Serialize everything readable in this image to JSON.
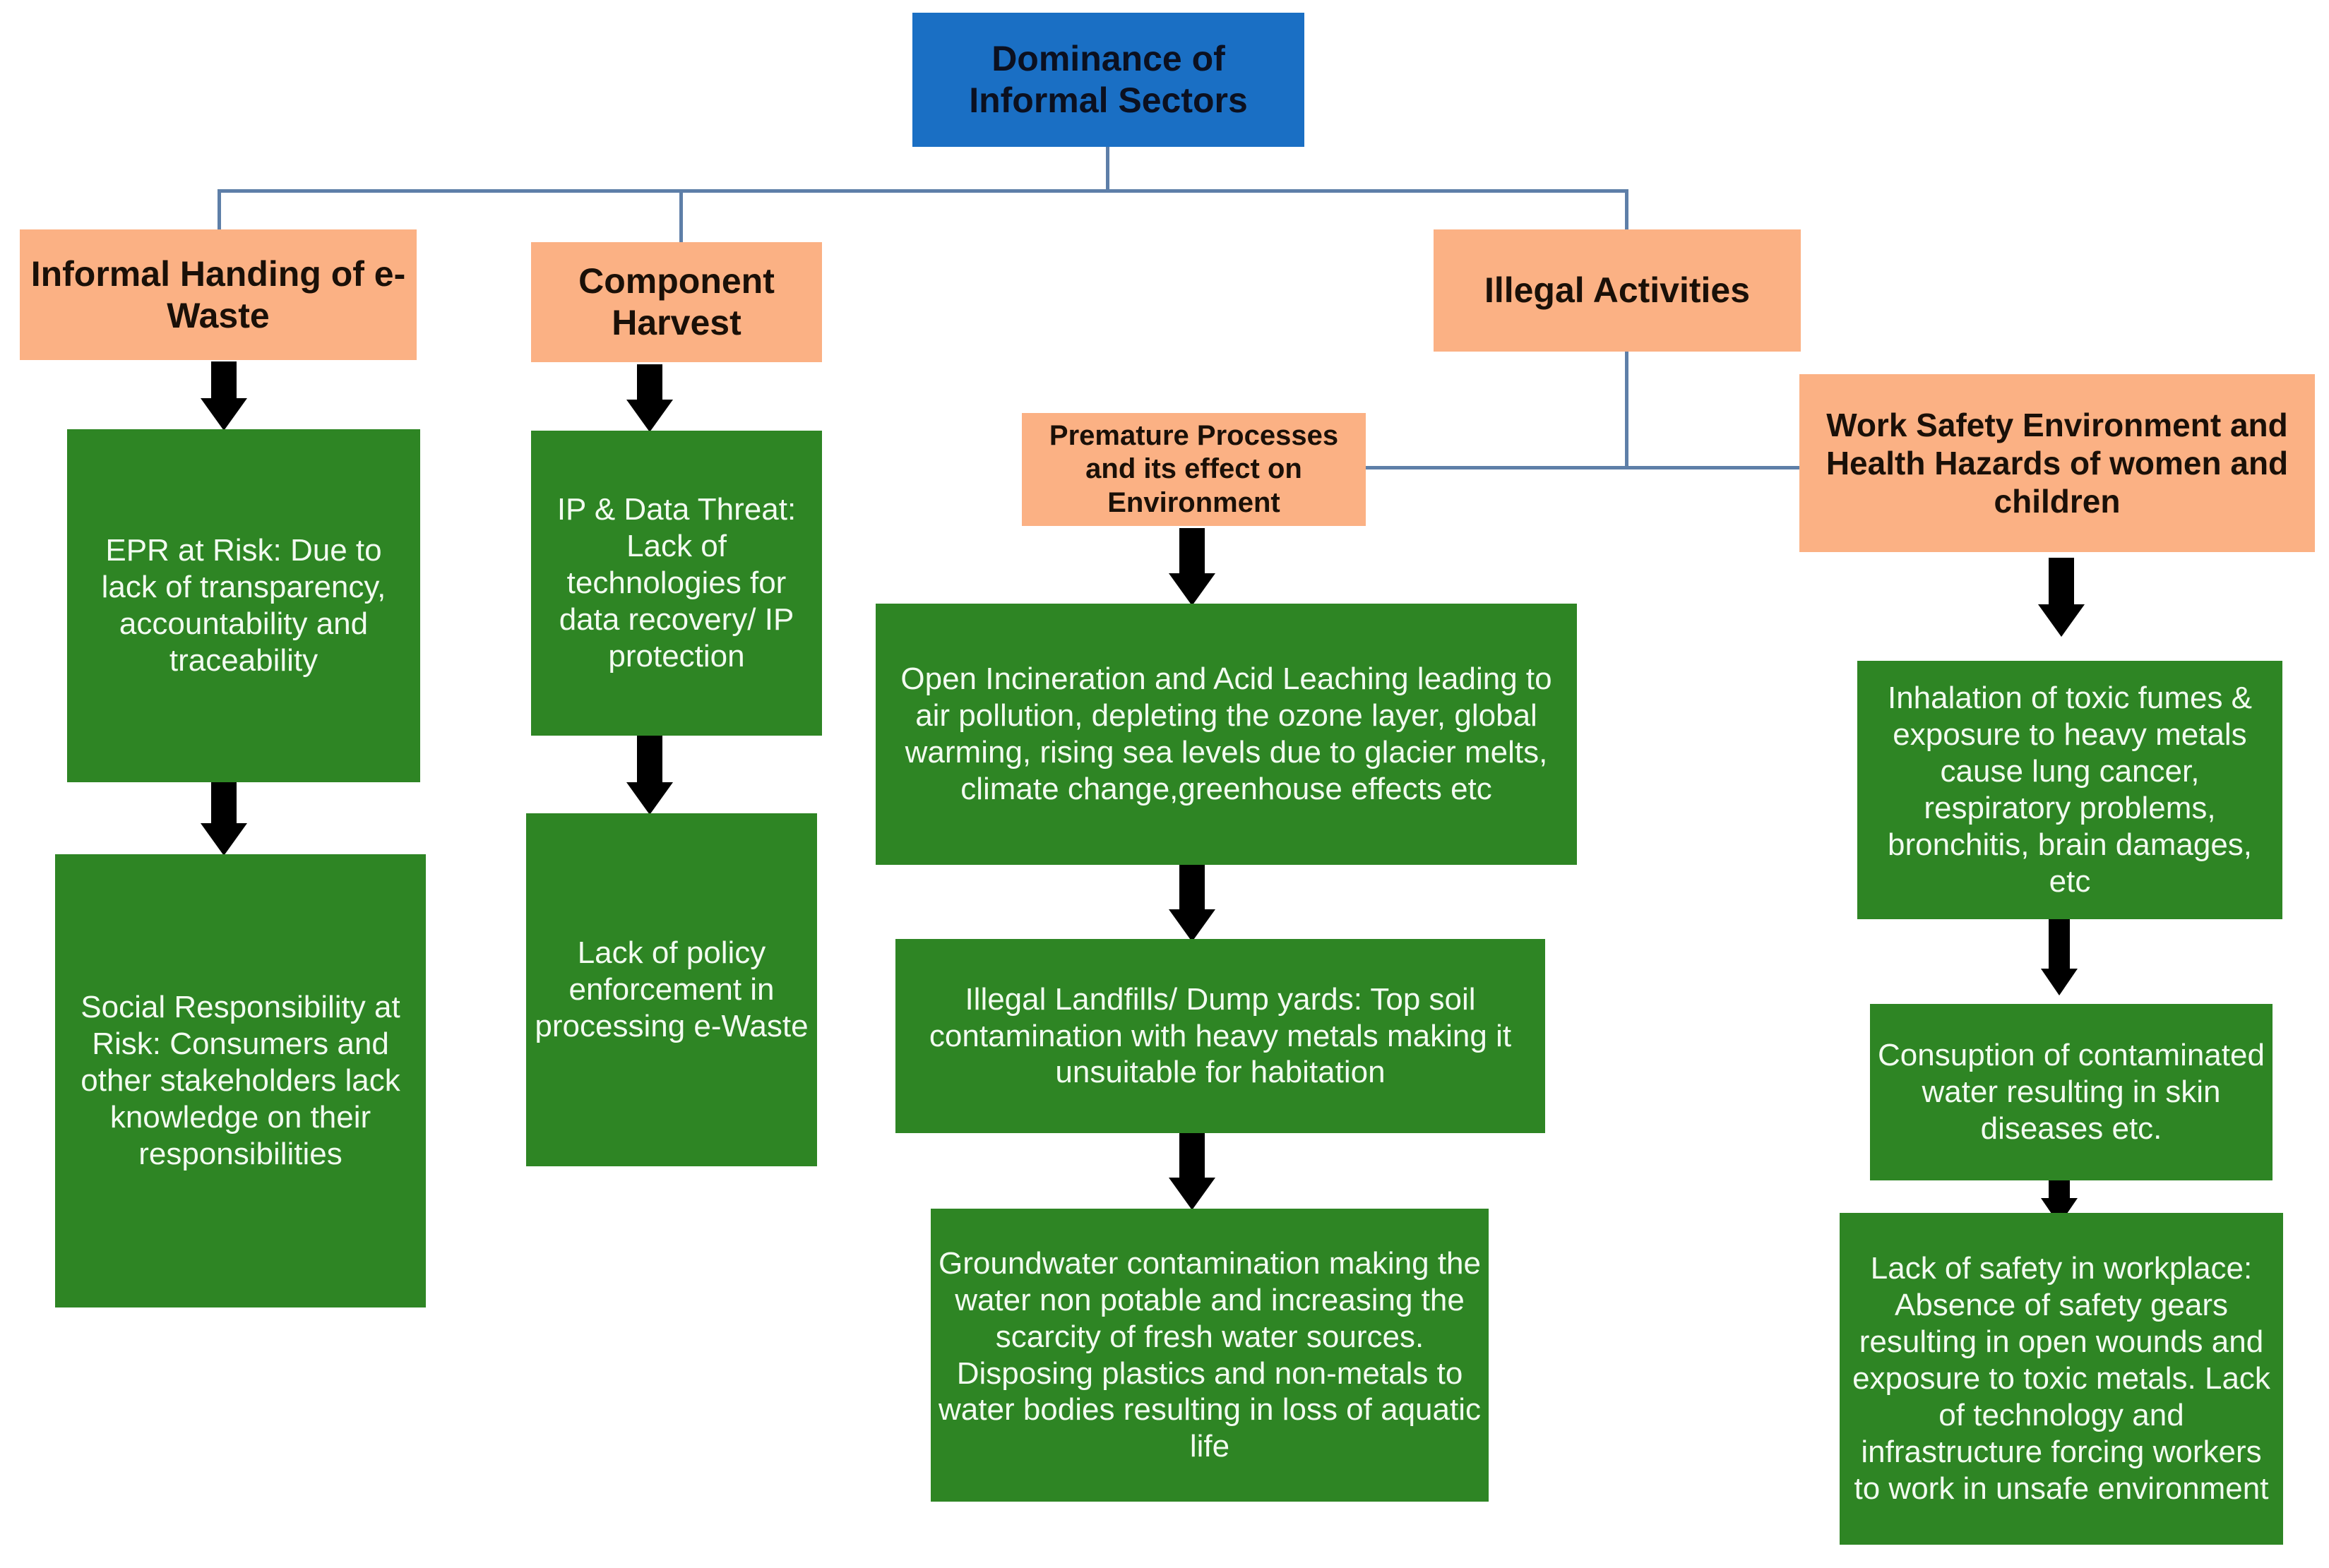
{
  "diagram": {
    "title_node": {
      "label": "Dominance of Informal Sectors"
    },
    "colors": {
      "root_fill": "#1A6FC4",
      "category_fill": "#FBB184",
      "leaf_fill": "#2E8524",
      "connector": "#5E7FA8",
      "arrow": "#000000",
      "leaf_text": "#F2FBF0",
      "category_text": "#1A1008"
    },
    "categories": [
      {
        "id": "informal-handling",
        "label": "Informal Handing of e-Waste"
      },
      {
        "id": "component-harvest",
        "label": "Component Harvest"
      },
      {
        "id": "illegal-activities",
        "label": "Illegal Activities"
      },
      {
        "id": "premature-processes",
        "label": "Premature Processes and its effect on Environment"
      },
      {
        "id": "work-safety",
        "label": "Work Safety Environment and Health Hazards of women and children"
      }
    ],
    "leaves": {
      "epr_risk": "EPR at Risk: Due to lack of transparency, accountability and traceability",
      "social_responsibility": "Social Responsibility at Risk: Consumers and other stakeholders lack knowledge on their responsibilities",
      "ip_data_threat": "IP & Data Threat: Lack of technologies for data recovery/ IP protection",
      "policy_enforcement": "Lack of policy enforcement in processing e-Waste",
      "open_incineration": "Open Incineration and Acid Leaching leading to air pollution, depleting the ozone layer, global warming, rising sea levels due to glacier melts, climate change,greenhouse effects etc",
      "illegal_landfills": "Illegal Landfills/ Dump yards:  Top soil contamination with heavy metals making it unsuitable for habitation",
      "groundwater": "Groundwater contamination making the water non potable and increasing the scarcity of fresh water sources. Disposing plastics and non-metals to water bodies resulting in loss of aquatic life",
      "inhalation": "Inhalation of toxic fumes & exposure to heavy metals cause lung cancer, respiratory problems, bronchitis, brain damages, etc",
      "consumption_water": "Consuption of contaminated water resulting in skin diseases etc.",
      "lack_safety": "Lack of safety in workplace: Absence of safety gears resulting in open wounds and exposure to toxic metals. Lack of technology and infrastructure forcing workers to work in unsafe environment"
    }
  }
}
